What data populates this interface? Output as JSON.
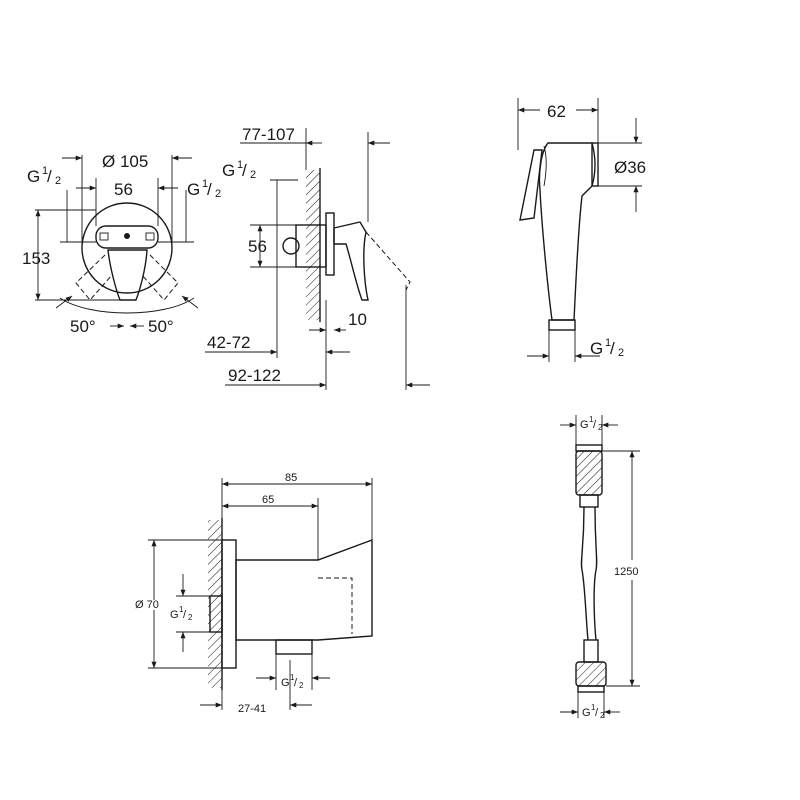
{
  "mixer_front": {
    "diameter": "Ø 105",
    "center_width": "56",
    "height": "153",
    "thread_left": {
      "g": "G",
      "num": "1",
      "den": "2"
    },
    "thread_right": {
      "g": "G",
      "num": "1",
      "den": "2"
    },
    "angle_left": "50°",
    "angle_right": "50°"
  },
  "mixer_side": {
    "depth_top": "77-107",
    "thread": {
      "g": "G",
      "num": "1",
      "den": "2"
    },
    "height": "56",
    "offset": "10",
    "depth_a": "42-72",
    "depth_b": "92-122"
  },
  "hand_shower": {
    "length": "62",
    "diameter": "Ø36",
    "thread": {
      "g": "G",
      "num": "1",
      "den": "2"
    }
  },
  "wall_outlet": {
    "width_total": "85",
    "width_inner": "65",
    "diameter": "Ø 70",
    "thread_left": {
      "g": "G",
      "num": "1",
      "den": "2"
    },
    "thread_bottom": {
      "g": "G",
      "num": "1",
      "den": "2"
    },
    "depth": "27-41"
  },
  "hose": {
    "thread_top": {
      "g": "G",
      "num": "1",
      "den": "2"
    },
    "length": "1250",
    "thread_bottom": {
      "g": "G",
      "num": "1",
      "den": "2"
    }
  }
}
